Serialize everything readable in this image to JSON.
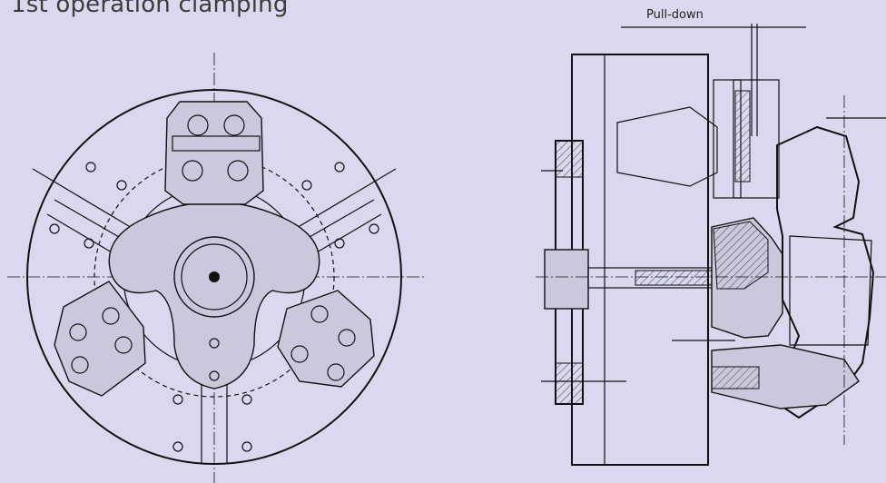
{
  "title": "1st operation clamping",
  "annotation": {
    "pull_down": "Pull-down"
  },
  "colors": {
    "background": "#d9d8ef",
    "lines": "#111111"
  },
  "views": [
    "front-view-chuck",
    "side-section-view-chuck"
  ]
}
